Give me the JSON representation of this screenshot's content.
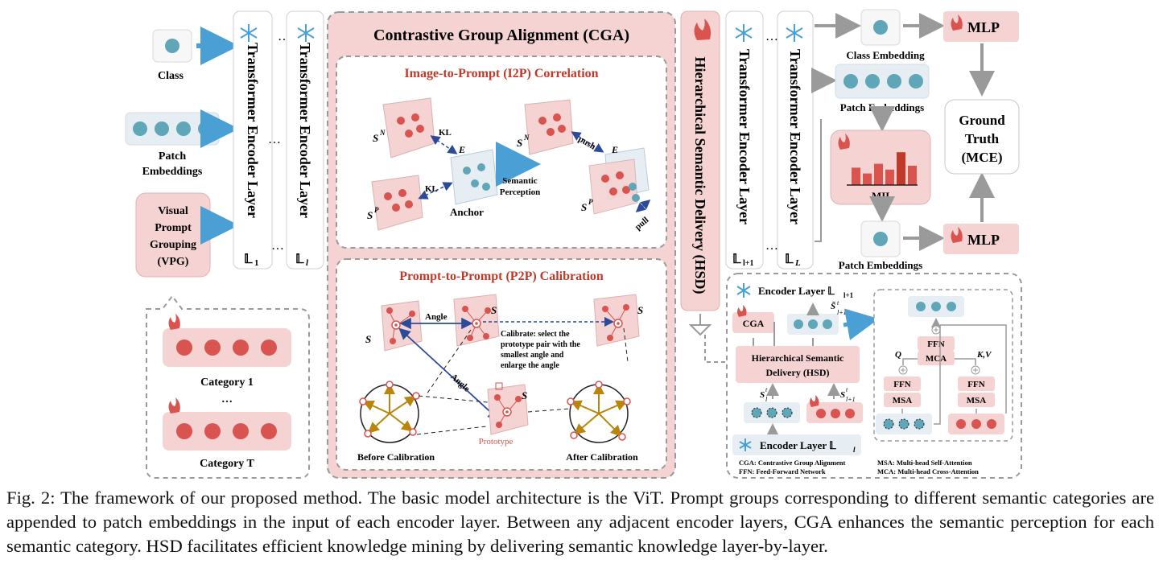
{
  "inputs": {
    "class_label": "Class",
    "patch_label_1": "Patch",
    "patch_label_2": "Embeddings",
    "vpg_lines": [
      "Visual",
      "Prompt",
      "Grouping",
      "(VPG)"
    ],
    "category_1": "Category 1",
    "category_dots": "…",
    "category_t": "Category T"
  },
  "encoders": {
    "layer_label": "Transformer Encoder Layer",
    "sub_1": "𝕃",
    "sub_1_index": "1",
    "sub_l": "𝕃",
    "sub_l_index": "l",
    "sub_l1_index": "l+1",
    "sub_L_index": "L",
    "ellipsis": "…"
  },
  "cga": {
    "title": "Contrastive Group Alignment (CGA)",
    "i2p": {
      "title": "Image-to-Prompt (I2P) Correlation",
      "kl": "KL",
      "anchor": "Anchor",
      "semantic_1": "Semantic",
      "semantic_2": "Perception",
      "push": "push",
      "pull": "pull",
      "sn": "S",
      "sn_sup": "N",
      "sp": "S",
      "sp_sup": "P",
      "e": "E"
    },
    "p2p": {
      "title": "Prompt-to-Prompt (P2P) Calibration",
      "angle": "Angle",
      "calibrate_lines": [
        "Calibrate: select the",
        "prototype pair with the",
        "smallest angle and",
        "enlarge the angle"
      ],
      "prototype": "Prototype",
      "before": "Before Calibration",
      "after": "After Calibration",
      "s_label": "S"
    }
  },
  "hsd": {
    "vertical_label": "Hierarchical Semantic Delivery (HSD)"
  },
  "right": {
    "class_embedding": "Class Embedding",
    "patch_embeddings": "Patch Embeddings",
    "mil": "MIL",
    "patch_embeddings_2": "Patch Embeddings",
    "mlp": "MLP",
    "ground_truth_lines": [
      "Ground",
      "Truth",
      "(MCE)"
    ]
  },
  "detail": {
    "encoder_top": "Encoder Layer 𝕃",
    "encoder_top_index": "l+1",
    "encoder_bottom": "Encoder Layer  𝕃",
    "encoder_bottom_index": "l",
    "cga": "CGA",
    "hsd_lines": [
      "Hierarchical Semantic",
      "Delivery (HSD)"
    ],
    "s_tilde": "S̃",
    "s_tilde_sup": "t",
    "s_tilde_sub": "l+1",
    "s_l": "S",
    "s_l_sup": "t",
    "s_l_sub": "l",
    "s_l1_sub": "l+1",
    "ffn": "FFN",
    "mca": "MCA",
    "msa": "MSA",
    "q": "Q",
    "kv": "K,V",
    "legend": [
      "CGA: Contrastive Group Alignment",
      "FFN: Feed-Forward Network",
      "MSA: Multi-head Self-Attention",
      "MCA: Multi-head Cross-Attention"
    ]
  },
  "caption": "Fig. 2: The framework of our proposed method. The basic model architecture is the ViT. Prompt groups corresponding to different semantic categories are appended to patch embeddings in the input of each encoder layer. Between any adjacent encoder layers, CGA enhances the semantic perception for each semantic category. HSD facilitates efficient knowledge mining by delivering semantic knowledge layer-by-layer.",
  "mil_bars": [
    0.45,
    0.3,
    0.55,
    0.4,
    0.85,
    0.5
  ],
  "colors": {
    "teal_dot": "#5fa6b8",
    "red_dot": "#d9534f",
    "pink_fill": "#f6d3d3",
    "blue_arrow": "#4a9fd4",
    "gray_arrow": "#9a9a9a",
    "dark_red": "#c0392b",
    "gold": "#b8860b",
    "navy": "#2c4a9a"
  }
}
